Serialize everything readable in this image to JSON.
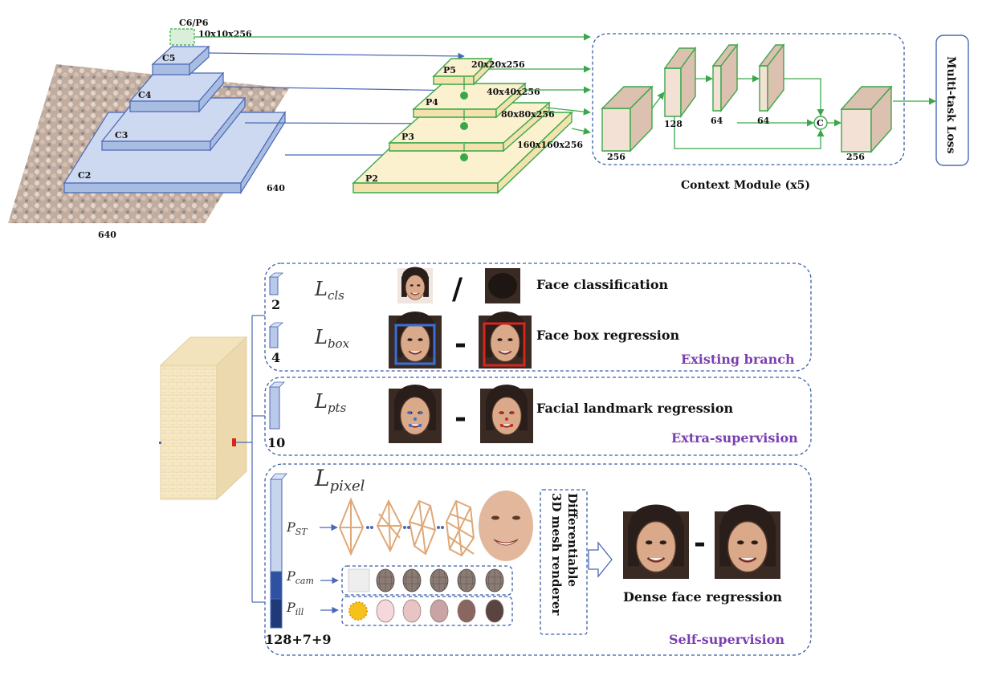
{
  "pyramid": {
    "backbone_labels": [
      "C6/P6",
      "C5",
      "C4",
      "C3",
      "C2"
    ],
    "image_width": "640",
    "image_height": "640",
    "fpn_labels": [
      "P5",
      "P4",
      "P3",
      "P2"
    ],
    "dims": [
      "10x10x256",
      "20x20x256",
      "40x40x256",
      "80x80x256",
      "160x160x256"
    ]
  },
  "context_module": {
    "title": "Context Module (x5)",
    "channels": [
      "256",
      "128",
      "64",
      "64",
      "256"
    ],
    "concat_symbol": "C"
  },
  "loss_box": {
    "label": "Multi-task Loss"
  },
  "branches": {
    "cls": {
      "math_base": "L",
      "math_sub": "cls",
      "dim": "2",
      "separator": "/",
      "label": "Face classification"
    },
    "box": {
      "math_base": "L",
      "math_sub": "box",
      "dim": "4",
      "separator": "-",
      "label": "Face box regression",
      "group_tag": "Existing branch"
    },
    "pts": {
      "math_base": "L",
      "math_sub": "pts",
      "dim": "10",
      "separator": "-",
      "label": "Facial landmark regression",
      "group_tag": "Extra-supervision"
    },
    "pixel": {
      "math_base": "L",
      "math_sub": "pixel",
      "dim": "128+7+9",
      "p_st_base": "P",
      "p_st_sub": "ST",
      "p_cam_base": "P",
      "p_cam_sub": "cam",
      "p_ill_base": "P",
      "p_ill_sub": "ill",
      "renderer_line1": "Differentiable",
      "renderer_line2": "3D mesh renderer",
      "separator": "-",
      "label": "Dense face regression",
      "group_tag": "Self-supervision"
    }
  },
  "colors": {
    "backbone": "#cdd9f0",
    "fpn": "#fbf1cf",
    "arrow_green": "#3aa84a",
    "arrow_blue": "#4a68b5",
    "tag_purple": "#7a3fb0",
    "box_blue": "#3b6fd8",
    "box_red": "#d8261e"
  }
}
